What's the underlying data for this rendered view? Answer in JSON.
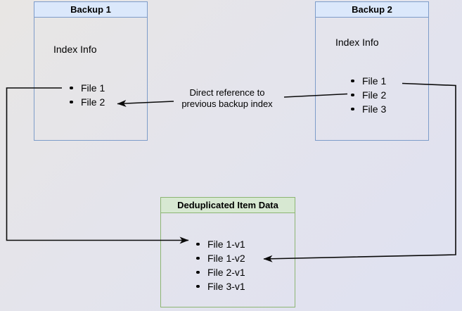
{
  "diagram": {
    "backup1": {
      "title": "Backup 1",
      "subtitle": "Index Info",
      "items": [
        "File 1",
        "File 2"
      ]
    },
    "backup2": {
      "title": "Backup 2",
      "subtitle": "Index Info",
      "items": [
        "File 1",
        "File 2",
        "File 3"
      ]
    },
    "dedup": {
      "title": "Deduplicated Item Data",
      "items": [
        "File 1-v1",
        "File 1-v2",
        "File 2-v1",
        "File 3-v1"
      ]
    },
    "annotation": {
      "line1": "Direct reference to",
      "line2": "previous backup index"
    },
    "colors": {
      "blue_header_fill": "#dbe8fb",
      "blue_border": "#7d9cc9",
      "green_header_fill": "#d7e8d2",
      "green_border": "#8cb573",
      "arrow": "#0a0a0a",
      "background_start": "#e8e6e4",
      "background_end": "#dfe1f1"
    }
  }
}
